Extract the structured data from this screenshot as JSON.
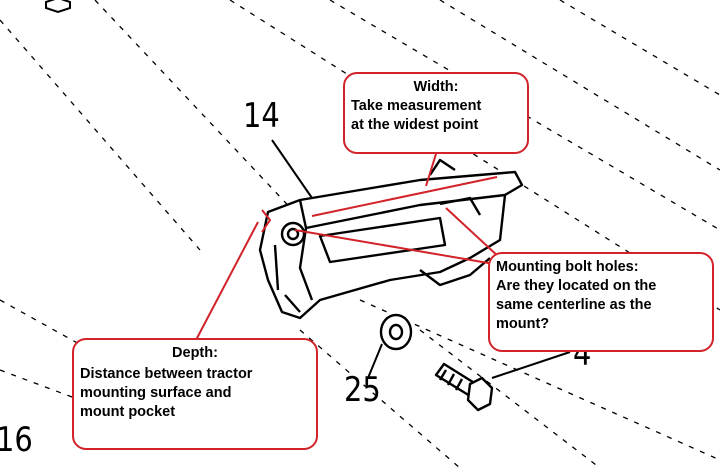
{
  "callouts": {
    "width": {
      "title": "Width:",
      "line1": "Take measurement",
      "line2": "at the widest point"
    },
    "depth": {
      "title": "Depth:",
      "line1": "Distance between tractor",
      "line2": "mounting surface and",
      "line3": "mount pocket"
    },
    "bolt_holes": {
      "line1": "Mounting bolt holes:",
      "line2": "Are they located on the",
      "line3": "same centerline as the",
      "line4": "mount?"
    }
  },
  "part_numbers": {
    "bracket": "14",
    "washer": "25",
    "bolt": "4",
    "other": "16"
  },
  "colors": {
    "annotation": "#d2232a",
    "ink": "#000000",
    "background": "#ffffff"
  }
}
